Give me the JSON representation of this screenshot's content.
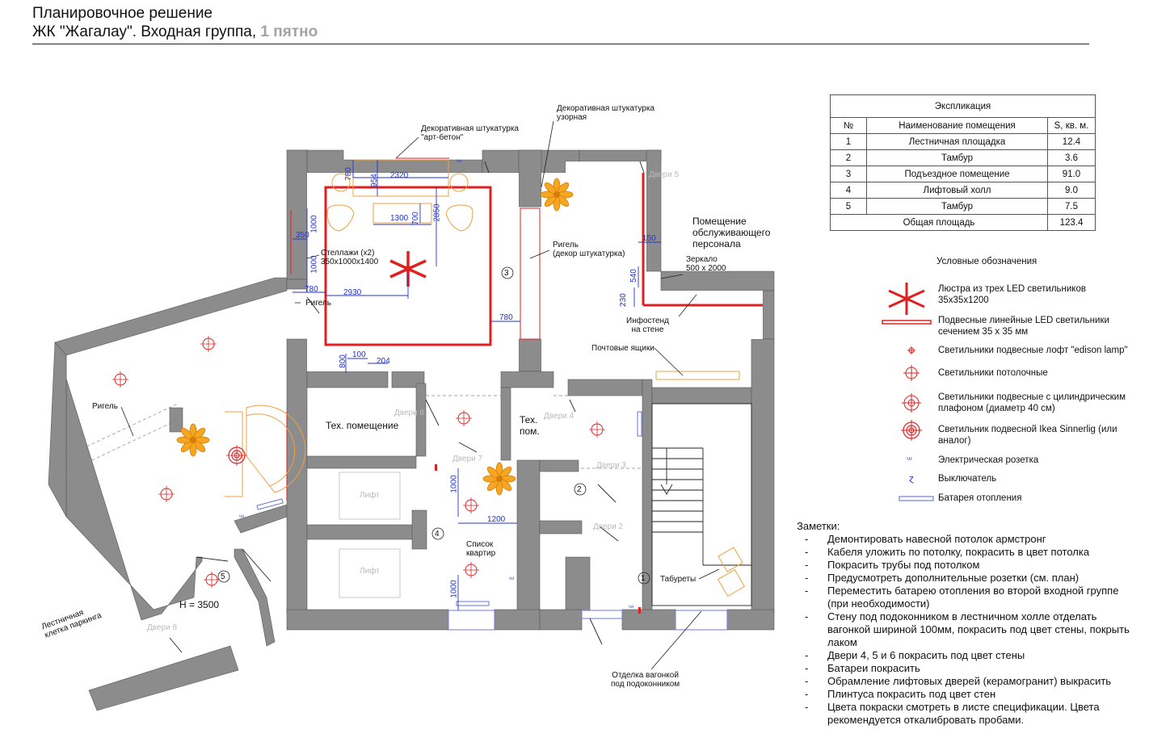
{
  "title": {
    "line1": "Планировочное решение",
    "line2": "ЖК \"Жагалау\". Входная группа,",
    "accent": "1 пятно"
  },
  "explication": {
    "title": "Экспликация",
    "headers": [
      "№",
      "Наименование помещения",
      "S, кв. м."
    ],
    "rows": [
      [
        "1",
        "Лестничная площадка",
        "12.4"
      ],
      [
        "2",
        "Тамбур",
        "3.6"
      ],
      [
        "3",
        "Подъездное помещение",
        "91.0"
      ],
      [
        "4",
        "Лифтовый холл",
        "9.0"
      ],
      [
        "5",
        "Тамбур",
        "7.5"
      ]
    ],
    "total_label": "Общая площадь",
    "total_value": "123.4"
  },
  "legend": {
    "title": "Условные обозначения",
    "items": [
      "Люстра из трех LED светильников 35х35х1200",
      "Подвесные линейные LED светильники сечением 35 х 35 мм",
      "Светильники подвесные лофт \"edison lamp\"",
      "Светильники потолочные",
      "Светильники подвесные с цилиндрическим плафоном (диаметр 40 см)",
      "Светильник подвесной Ikea Sinnerlig (или аналог)",
      "Электрическая розетка",
      "Выключатель",
      "Батарея отопления"
    ]
  },
  "notes": {
    "header": "Заметки:",
    "items": [
      "Демонтировать навесной потолок армстронг",
      "Кабеля уложить по потолку, покрасить в цвет потолка",
      "Покрасить трубы под потолком",
      "Предусмотреть дополнительные розетки  (см. план)",
      "Переместить батарею отопления во второй входной группе (при необходимости)",
      "Стену под подоконником в лестничном холле отделать вагонкой шириной 100мм, покрасить под цвет стены, покрыть лаком",
      "Двери 4, 5 и 6 покрасить под цвет стены",
      "Батареи покрасить",
      "Обрамление лифтовых дверей (керамогранит) выкрасить",
      "Плинтуса покрасить под цвет стен",
      "Цвета покраски смотреть в листе спецификации. Цвета рекомендуется откалибровать пробами."
    ]
  },
  "plan": {
    "callouts": {
      "art_beton": [
        "Декоративная штукатурка",
        "\"арт-бетон\""
      ],
      "uzornaya": [
        "Декоративная штукатурка",
        "узорная"
      ],
      "personnel": [
        "Помещение",
        "обслуживающего",
        "персонала"
      ],
      "mirror": [
        "Зеркало",
        "500 х 2000"
      ],
      "rigel_decor": [
        "Ригель",
        "(декор штукатурка)"
      ],
      "shelves": [
        "Стеллажи (х2)",
        "350х1000х1400"
      ],
      "infostand": [
        "Инфостенд",
        "на стене"
      ],
      "mailboxes": "Почтовые ящики",
      "rigel_left": "Ригель",
      "rigel_mid": "Ригель",
      "tech_room": "Тех. помещение",
      "tech_small": [
        "Тех.",
        "пом."
      ],
      "list_apts": [
        "Список",
        "квартир"
      ],
      "stools": "Табуреты",
      "height": "Н = 3500",
      "parking": [
        "Лестничная",
        "клетка паркинга"
      ],
      "lining": [
        "Отделка вагонкой",
        "под подоконником"
      ]
    },
    "doors": [
      "Двери 5",
      "Двери 6",
      "Двери 4",
      "Двери 7",
      "Двери 3",
      "Двери 2",
      "Двери 8"
    ],
    "lifts": [
      "Лифт",
      "Лифт"
    ],
    "room_numbers": [
      "1",
      "2",
      "3",
      "4",
      "5"
    ],
    "dims": {
      "d780a": "780",
      "d954": "954",
      "d2320": "2320",
      "d1300": "1300",
      "d700": "700",
      "d2850": "2850",
      "d1000a": "1000",
      "d350": "350",
      "d1000b": "1000",
      "d780b": "780",
      "d2930": "2930",
      "d780c": "780",
      "d150": "150",
      "d540": "540",
      "d230": "230",
      "d100": "100",
      "d204": "204",
      "d800": "800",
      "d1000c": "1000",
      "d1200": "1200",
      "d1000d": "1000"
    }
  }
}
